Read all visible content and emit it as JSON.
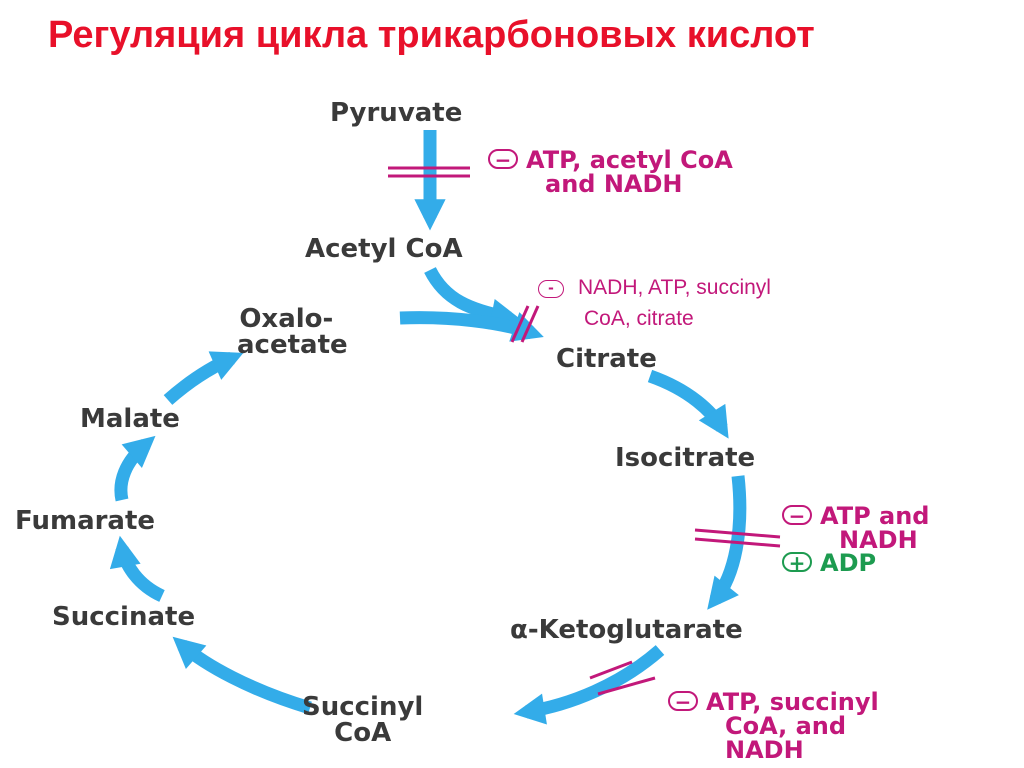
{
  "title": "Регуляция цикла трикарбоновых кислот",
  "colors": {
    "arrow": "#29a8e8",
    "inhibitor": "#c2187a",
    "activator": "#1d9b50",
    "title": "#e8102a"
  },
  "nodes": {
    "pyruvate": "Pyruvate",
    "acetyl_coa": "Acetyl CoA",
    "oxaloacetate_1": "Oxalo-",
    "oxaloacetate_2": "acetate",
    "citrate": "Citrate",
    "isocitrate": "Isocitrate",
    "alpha_ketoglutarate": "α-Ketoglutarate",
    "succinyl_coa_1": "Succinyl",
    "succinyl_coa_2": "CoA",
    "succinate": "Succinate",
    "fumarate": "Fumarate",
    "malate": "Malate"
  },
  "regulators": {
    "pdh": {
      "sign": "−",
      "line1": "ATP, acetyl CoA",
      "line2": "and NADH"
    },
    "citrate_synthase": {
      "sign": "-",
      "line1": "NADH, ATP, succinyl",
      "line2": "CoA, citrate"
    },
    "idh": {
      "inhibit_sign": "−",
      "inhibit_line1": "ATP and",
      "inhibit_line2": "NADH",
      "activate_sign": "+",
      "activate_line": "ADP"
    },
    "akgdh": {
      "sign": "−",
      "line1": "ATP, succinyl",
      "line2": "CoA, and",
      "line3": "NADH"
    }
  }
}
